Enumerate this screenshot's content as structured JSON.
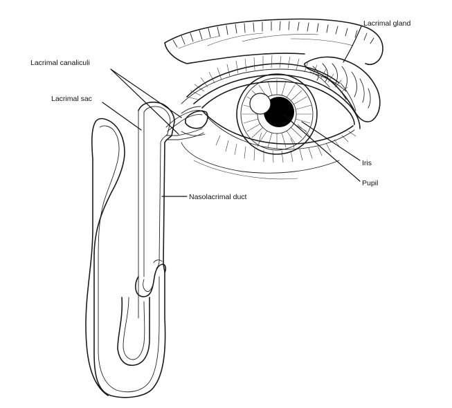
{
  "labels": {
    "lacrimal_gland": "Lacrimal gland",
    "lacrimal_canaliculi": "Lacrimal canaliculi",
    "lacrimal_sac": "Lacrimal sac",
    "iris": "Iris",
    "pupil": "Pupil",
    "nasolacrimal_duct": "Nasolacrimal duct"
  },
  "colors": {
    "line": "#1a1a1a",
    "pupil_fill": "#000000",
    "background": "#ffffff"
  }
}
